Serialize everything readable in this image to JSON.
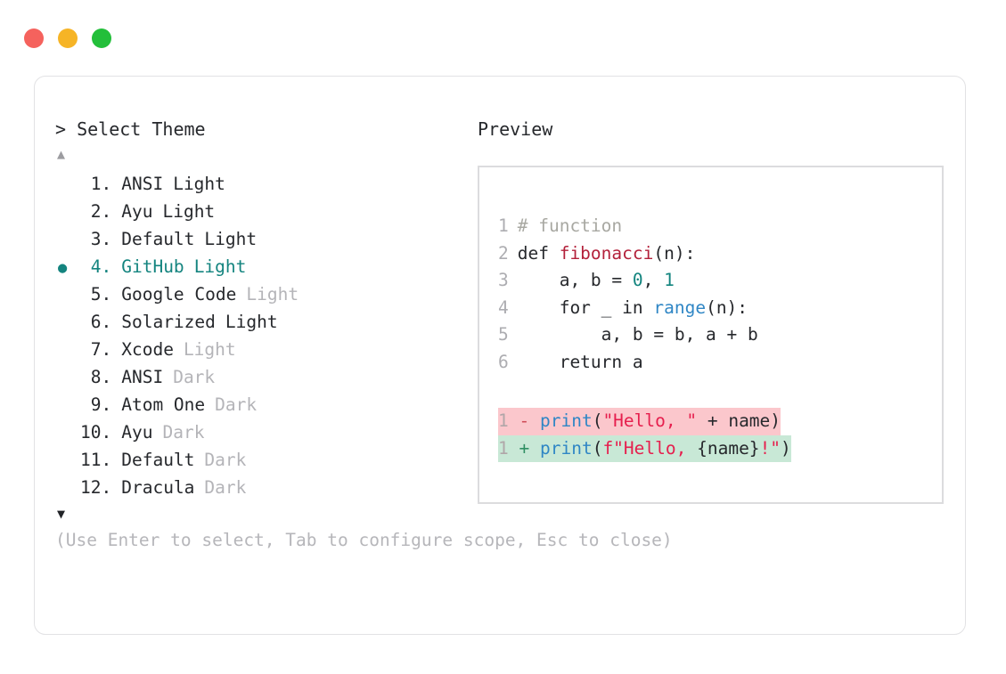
{
  "window": {
    "traffic_lights": [
      {
        "name": "close",
        "color": "#f5625d"
      },
      {
        "name": "minimize",
        "color": "#f6b426"
      },
      {
        "name": "maximize",
        "color": "#23bf3a"
      }
    ]
  },
  "theme_picker": {
    "prompt_symbol": "> ",
    "title": "Select Theme",
    "scroll_up_glyph": "▲",
    "scroll_down_glyph": "▼",
    "selected_index": 4,
    "selected_marker": "●",
    "accent_color": "#14847f",
    "dim_color": "#b4b4b8",
    "items": [
      {
        "index": "1.",
        "name": "ANSI",
        "variant": "Light",
        "variant_dim": false,
        "selected": false
      },
      {
        "index": "2.",
        "name": "Ayu",
        "variant": "Light",
        "variant_dim": false,
        "selected": false
      },
      {
        "index": "3.",
        "name": "Default",
        "variant": "Light",
        "variant_dim": false,
        "selected": false
      },
      {
        "index": "4.",
        "name": "GitHub",
        "variant": "Light",
        "variant_dim": false,
        "selected": true
      },
      {
        "index": "5.",
        "name": "Google Code",
        "variant": "Light",
        "variant_dim": true,
        "selected": false
      },
      {
        "index": "6.",
        "name": "Solarized",
        "variant": "Light",
        "variant_dim": false,
        "selected": false
      },
      {
        "index": "7.",
        "name": "Xcode",
        "variant": "Light",
        "variant_dim": true,
        "selected": false
      },
      {
        "index": "8.",
        "name": "ANSI",
        "variant": "Dark",
        "variant_dim": true,
        "selected": false
      },
      {
        "index": "9.",
        "name": "Atom One",
        "variant": "Dark",
        "variant_dim": true,
        "selected": false
      },
      {
        "index": "10.",
        "name": "Ayu",
        "variant": "Dark",
        "variant_dim": true,
        "selected": false
      },
      {
        "index": "11.",
        "name": "Default",
        "variant": "Dark",
        "variant_dim": true,
        "selected": false
      },
      {
        "index": "12.",
        "name": "Dracula",
        "variant": "Dark",
        "variant_dim": true,
        "selected": false
      }
    ],
    "help_text": "(Use Enter to select, Tab to configure scope, Esc to close)"
  },
  "preview": {
    "title": "Preview",
    "code_lines": [
      {
        "number": "1",
        "tokens": [
          {
            "text": " # function",
            "kind": "comment"
          }
        ]
      },
      {
        "number": "2",
        "tokens": [
          {
            "text": " def ",
            "kind": "kw"
          },
          {
            "text": "fibonacci",
            "kind": "fn"
          },
          {
            "text": "(n):",
            "kind": "punc"
          }
        ]
      },
      {
        "number": "3",
        "tokens": [
          {
            "text": "     a, b = ",
            "kind": "plain"
          },
          {
            "text": "0",
            "kind": "num"
          },
          {
            "text": ", ",
            "kind": "plain"
          },
          {
            "text": "1",
            "kind": "num"
          }
        ]
      },
      {
        "number": "4",
        "tokens": [
          {
            "text": "     for _ in ",
            "kind": "plain"
          },
          {
            "text": "range",
            "kind": "builtin"
          },
          {
            "text": "(n):",
            "kind": "punc"
          }
        ]
      },
      {
        "number": "5",
        "tokens": [
          {
            "text": "         a, b = b, a + b",
            "kind": "plain"
          }
        ]
      },
      {
        "number": "6",
        "tokens": [
          {
            "text": "     return a",
            "kind": "plain"
          }
        ]
      }
    ],
    "diff_lines": [
      {
        "number": "1",
        "type": "removed",
        "mark": "-",
        "bg": "#fbc7cc",
        "tokens": [
          {
            "text": "print",
            "kind": "builtin"
          },
          {
            "text": "(",
            "kind": "punc"
          },
          {
            "text": "\"Hello, \"",
            "kind": "str"
          },
          {
            "text": " + name)",
            "kind": "plain"
          }
        ]
      },
      {
        "number": "1",
        "type": "added",
        "mark": "+",
        "bg": "#c8e8d6",
        "tokens": [
          {
            "text": "print",
            "kind": "builtin"
          },
          {
            "text": "(",
            "kind": "punc"
          },
          {
            "text": "f\"Hello, ",
            "kind": "str"
          },
          {
            "text": "{name}",
            "kind": "plain"
          },
          {
            "text": "!\"",
            "kind": "str"
          },
          {
            "text": ")",
            "kind": "punc"
          }
        ]
      }
    ]
  }
}
